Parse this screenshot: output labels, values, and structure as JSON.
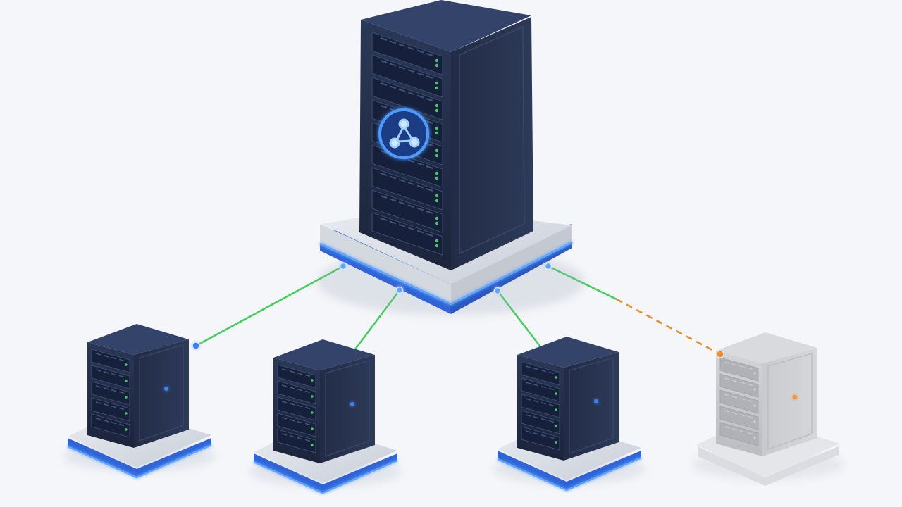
{
  "scene": {
    "background": "#f5f6f9",
    "accent_blue": "#3b82f6",
    "glow_blue": "#60a5fa",
    "link_green": "#3fcf5a",
    "link_orange_dashed": "#f08a24",
    "server_dark": "#1f2a44",
    "server_dark_side": "#18213a",
    "server_offline": "#bfc1c6"
  },
  "primary_server": {
    "icon": "network-hub-icon",
    "status": "online"
  },
  "nodes": [
    {
      "status": "online",
      "link": "solid-green",
      "status_color": "#3b82f6"
    },
    {
      "status": "online",
      "link": "solid-green",
      "status_color": "#3b82f6"
    },
    {
      "status": "online",
      "link": "solid-green",
      "status_color": "#3b82f6"
    },
    {
      "status": "offline",
      "link": "dashed-orange",
      "status_color": "#f08a24"
    }
  ]
}
